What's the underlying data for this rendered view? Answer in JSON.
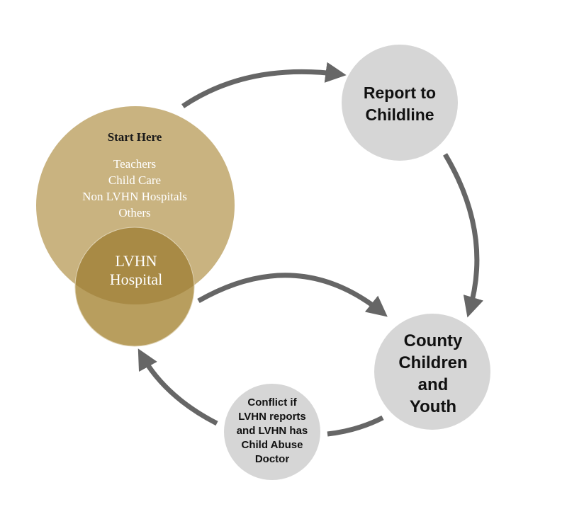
{
  "colors": {
    "start_circle": "#c9b380",
    "lvhn_circle": "#b89e5e",
    "overlap": "#a88a45",
    "gray_circle": "#d6d6d6",
    "arrow": "#666666"
  },
  "start": {
    "heading": "Start Here",
    "items": [
      "Teachers",
      "Child Care",
      "Non LVHN Hospitals",
      "Others"
    ]
  },
  "lvhn": {
    "line1": "LVHN",
    "line2": "Hospital"
  },
  "childline": {
    "line1": "Report to",
    "line2": "Childline"
  },
  "county": {
    "line1": "County",
    "line2": "Children",
    "line3": "and",
    "line4": "Youth"
  },
  "conflict": {
    "line1": "Conflict if",
    "line2": "LVHN reports",
    "line3": "and LVHN has",
    "line4": "Child Abuse",
    "line5": "Doctor"
  }
}
